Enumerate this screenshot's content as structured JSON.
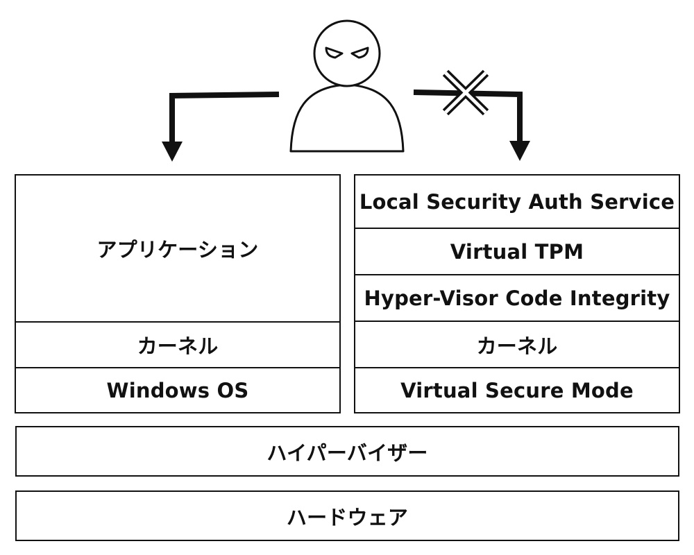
{
  "left_stack": {
    "application": "アプリケーション",
    "kernel": "カーネル",
    "os": "Windows OS"
  },
  "right_stack": {
    "lsa": "Local Security Auth Service",
    "tpm": "Virtual TPM",
    "hvci": "Hyper-Visor Code Integrity",
    "kernel": "カーネル",
    "vsm": "Virtual Secure Mode"
  },
  "hypervisor": "ハイパーバイザー",
  "hardware": "ハードウェア",
  "icons": {
    "attacker": "attacker-icon",
    "blocked": "blocked-x-icon"
  },
  "colors": {
    "stroke": "#111111",
    "background": "#ffffff"
  }
}
